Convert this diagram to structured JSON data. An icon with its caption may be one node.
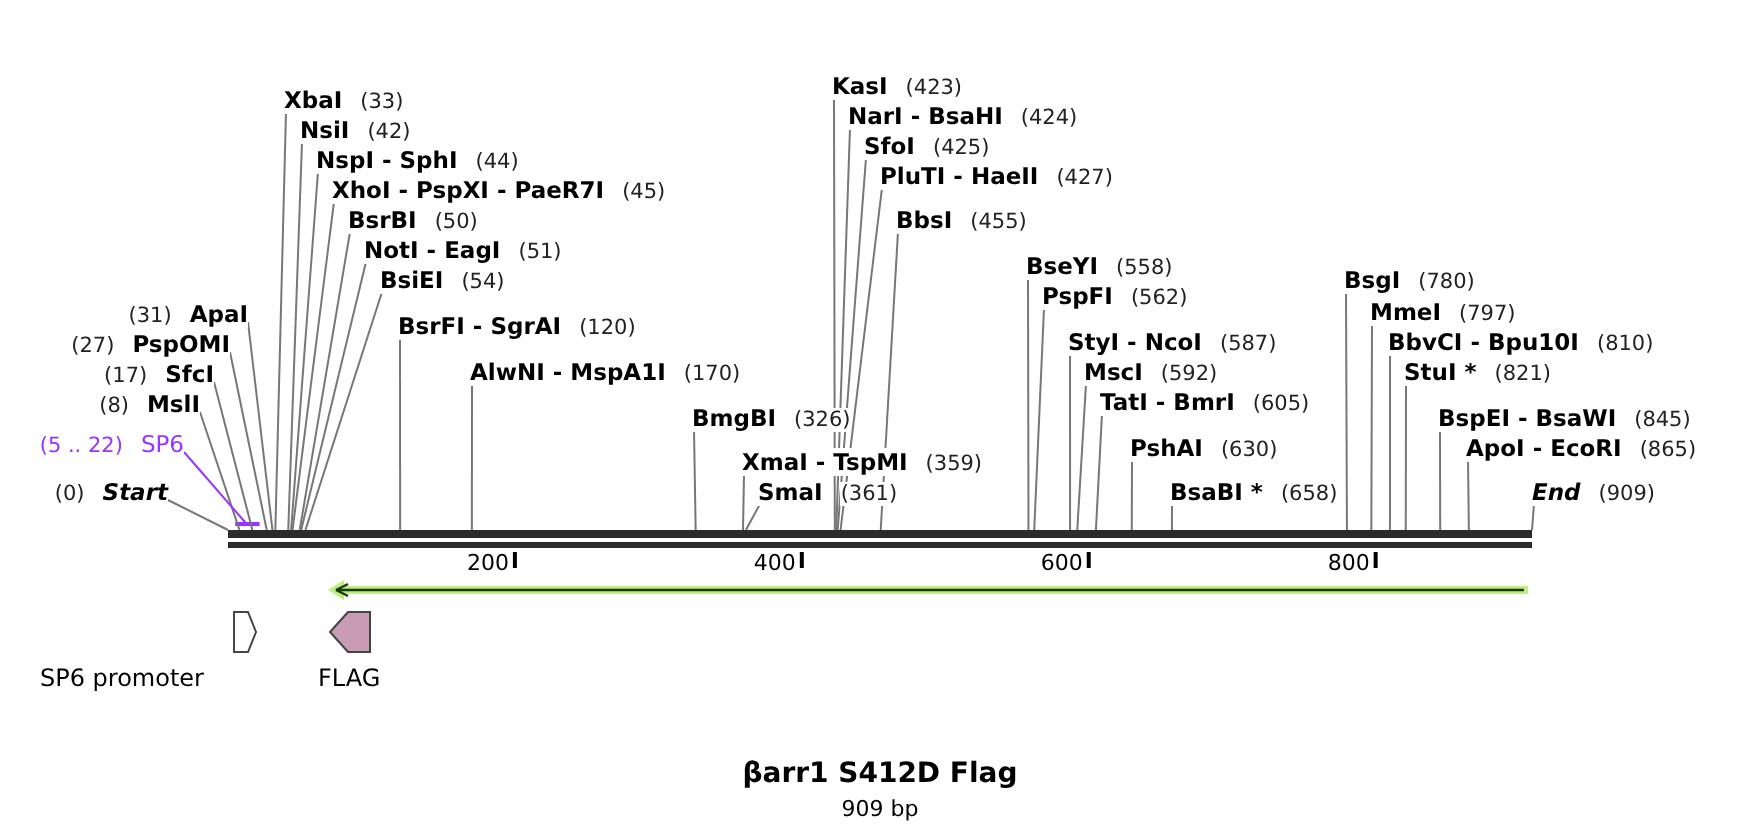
{
  "diagram": {
    "title": "βarr1 S412D Flag",
    "caption": "909 bp",
    "nodes": [
      {
        "text": [
          "(31)",
          "ApaI"
        ]
      },
      {
        "text": [
          "(27)",
          "PspOMI"
        ]
      },
      {
        "text": [
          "(17)",
          "SfcI"
        ]
      },
      {
        "text": [
          "(8)",
          "MslI"
        ]
      },
      {
        "text": [
          "(5 .. 22)",
          "SP6"
        ]
      },
      {
        "text": [
          "(0)",
          "Start"
        ]
      },
      {
        "text": [
          "XbaI",
          "(33)"
        ]
      },
      {
        "text": [
          "NsiI",
          "(42)"
        ]
      },
      {
        "text": [
          "NspI - SphI",
          "(44)"
        ]
      },
      {
        "text": [
          "XhoI - PspXI - PaeR7I",
          "(45)"
        ]
      },
      {
        "text": [
          "BsrBI",
          "(50)"
        ]
      },
      {
        "text": [
          "NotI - EagI",
          "(51)"
        ]
      },
      {
        "text": [
          "BsiEI",
          "(54)"
        ]
      },
      {
        "text": [
          "BsrFI - SgrAI",
          "(120)"
        ]
      },
      {
        "text": [
          "AlwNI - MspA1I",
          "(170)"
        ]
      },
      {
        "text": [
          "BmgBI",
          "(326)"
        ]
      },
      {
        "text": [
          "XmaI - TspMI",
          "(359)"
        ]
      },
      {
        "text": [
          "SmaI",
          "(361)"
        ]
      },
      {
        "text": [
          "KasI",
          "(423)"
        ]
      },
      {
        "text": [
          "NarI - BsaHI",
          "(424)"
        ]
      },
      {
        "text": [
          "SfoI",
          "(425)"
        ]
      },
      {
        "text": [
          "PluTI - HaeII",
          "(427)"
        ]
      },
      {
        "text": [
          "BbsI",
          "(455)"
        ]
      },
      {
        "text": [
          "BseYI",
          "(558)"
        ]
      },
      {
        "text": [
          "PspFI",
          "(562)"
        ]
      },
      {
        "text": [
          "StyI - NcoI",
          "(587)"
        ]
      },
      {
        "text": [
          "MscI",
          "(592)"
        ]
      },
      {
        "text": [
          "TatI - BmrI",
          "(605)"
        ]
      },
      {
        "text": [
          "PshAI",
          "(630)"
        ]
      },
      {
        "text": [
          "BsaBI *",
          "(658)"
        ]
      },
      {
        "text": [
          "BsgI",
          "(780)"
        ]
      },
      {
        "text": [
          "MmeI",
          "(797)"
        ]
      },
      {
        "text": [
          "BbvCI - Bpu10I",
          "(810)"
        ]
      },
      {
        "text": [
          "StuI *",
          "(821)"
        ]
      },
      {
        "text": [
          "BspEI - BsaWI",
          "(845)"
        ]
      },
      {
        "text": [
          "ApoI - EcoRI",
          "(865)"
        ]
      },
      {
        "text": [
          "End",
          "(909)"
        ]
      },
      {
        "text": [],
        "shape": "bar",
        "beside": [
          "200",
          "400",
          "600",
          "800"
        ]
      },
      {
        "text": [
          "SP6 promoter"
        ]
      },
      {
        "text": [
          "FLAG"
        ]
      }
    ],
    "edges": [
      {
        "from": 0,
        "to": 37,
        "arrow": "none"
      },
      {
        "from": 1,
        "to": 37,
        "arrow": "none"
      },
      {
        "from": 2,
        "to": 37,
        "arrow": "none"
      },
      {
        "from": 3,
        "to": 37,
        "arrow": "none"
      },
      {
        "from": 4,
        "to": 37,
        "arrow": "none",
        "color": "#9933ff"
      },
      {
        "from": 5,
        "to": 37,
        "arrow": "none"
      },
      {
        "from": 6,
        "to": 37,
        "arrow": "none"
      },
      {
        "from": 7,
        "to": 37,
        "arrow": "none"
      },
      {
        "from": 8,
        "to": 37,
        "arrow": "none"
      },
      {
        "from": 9,
        "to": 37,
        "arrow": "none"
      },
      {
        "from": 10,
        "to": 37,
        "arrow": "none"
      },
      {
        "from": 11,
        "to": 37,
        "arrow": "none"
      },
      {
        "from": 12,
        "to": 37,
        "arrow": "none"
      },
      {
        "from": 13,
        "to": 37,
        "arrow": "none"
      },
      {
        "from": 14,
        "to": 37,
        "arrow": "none"
      },
      {
        "from": 15,
        "to": 37,
        "arrow": "none"
      },
      {
        "from": 16,
        "to": 37,
        "arrow": "none"
      },
      {
        "from": 17,
        "to": 37,
        "arrow": "none"
      },
      {
        "from": 18,
        "to": 37,
        "arrow": "none"
      },
      {
        "from": 19,
        "to": 37,
        "arrow": "none"
      },
      {
        "from": 20,
        "to": 37,
        "arrow": "none"
      },
      {
        "from": 21,
        "to": 37,
        "arrow": "none"
      },
      {
        "from": 22,
        "to": 37,
        "arrow": "none"
      },
      {
        "from": 23,
        "to": 37,
        "arrow": "none"
      },
      {
        "from": 24,
        "to": 37,
        "arrow": "none"
      },
      {
        "from": 25,
        "to": 37,
        "arrow": "none"
      },
      {
        "from": 26,
        "to": 37,
        "arrow": "none"
      },
      {
        "from": 27,
        "to": 37,
        "arrow": "none"
      },
      {
        "from": 28,
        "to": 37,
        "arrow": "none"
      },
      {
        "from": 29,
        "to": 37,
        "arrow": "none"
      },
      {
        "from": 30,
        "to": 37,
        "arrow": "none"
      },
      {
        "from": 31,
        "to": 37,
        "arrow": "none"
      },
      {
        "from": 32,
        "to": 37,
        "arrow": "none"
      },
      {
        "from": 33,
        "to": 37,
        "arrow": "none"
      },
      {
        "from": 34,
        "to": 37,
        "arrow": "none"
      },
      {
        "from": 35,
        "to": 37,
        "arrow": "none"
      },
      {
        "from": 36,
        "to": 37,
        "arrow": "none"
      }
    ]
  }
}
